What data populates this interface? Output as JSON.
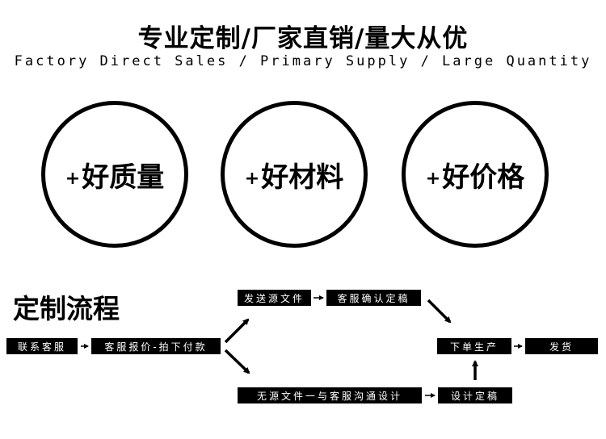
{
  "header": {
    "title": "专业定制/厂家直销/量大从优",
    "subtitle": "Factory Direct Sales / Primary Supply / Large Quantity"
  },
  "circles": [
    {
      "plus": "+",
      "label": "好质量"
    },
    {
      "plus": "+",
      "label": "好材料"
    },
    {
      "plus": "+",
      "label": "好价格"
    }
  ],
  "process": {
    "title": "定制流程",
    "steps": {
      "contact": "联系客服",
      "quote": "客服报价-拍下付款",
      "send_file": "发送源文件",
      "confirm": "客服确认定稿",
      "no_file": "无源文件一与客服沟通设计",
      "design": "设计定稿",
      "produce": "下单生产",
      "ship": "发货"
    }
  }
}
